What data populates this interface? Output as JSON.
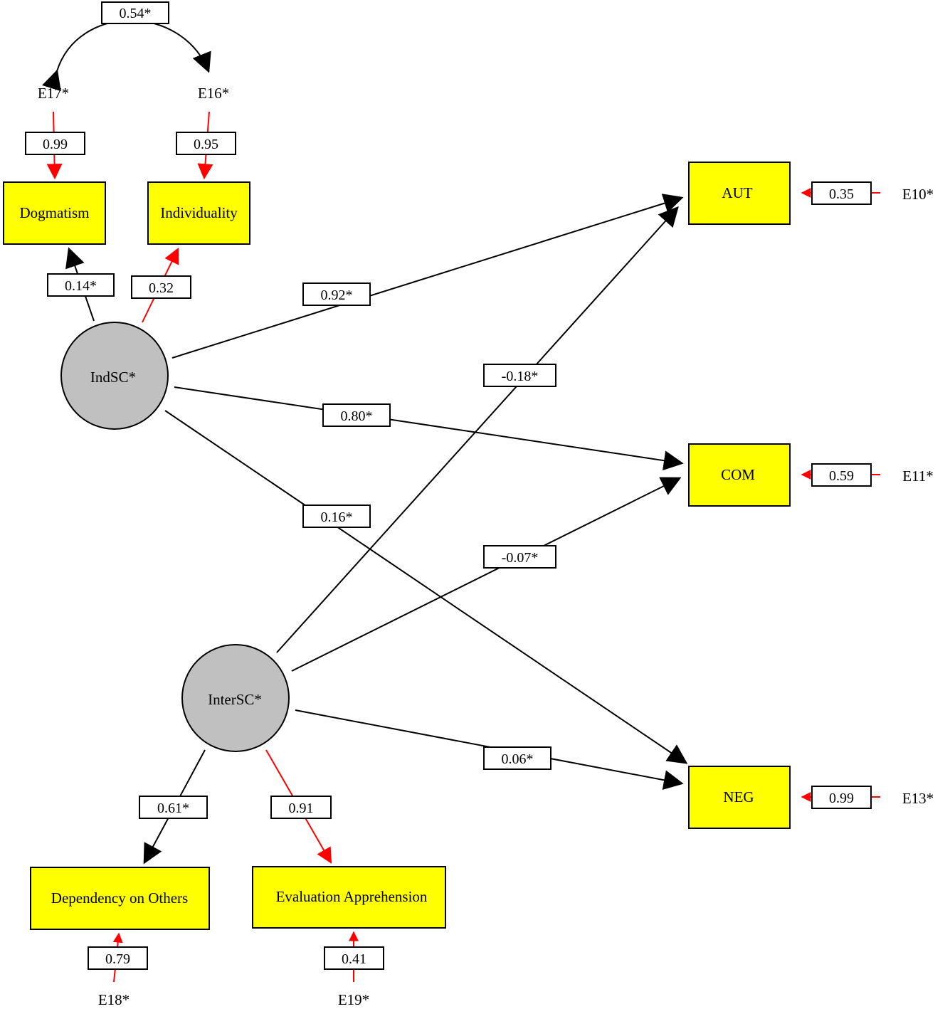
{
  "colors": {
    "observed_fill": "#ffff00",
    "latent_fill": "#c0c0c0",
    "path_black": "#000000",
    "path_red": "#ff0000"
  },
  "latents": {
    "indsc": "IndSC*",
    "intersc": "InterSC*"
  },
  "observed": {
    "dogmatism": "Dogmatism",
    "individuality": "Individuality",
    "aut": "AUT",
    "com": "COM",
    "neg": "NEG",
    "dependency": "Dependency on Others",
    "evaluation": "Evaluation Apprehension"
  },
  "errors": {
    "e17": "E17*",
    "e16": "E16*",
    "e10": "E10*",
    "e11": "E11*",
    "e13": "E13*",
    "e18": "E18*",
    "e19": "E19*"
  },
  "paths": {
    "e17_e16_cov": "0.54*",
    "e17_dogmatism": "0.99",
    "e16_individuality": "0.95",
    "indsc_dogmatism": "0.14*",
    "indsc_individuality": "0.32",
    "indsc_aut": "0.92*",
    "indsc_com": "0.80*",
    "indsc_neg": "0.16*",
    "intersc_aut": "-0.18*",
    "intersc_com": "-0.07*",
    "intersc_neg": "0.06*",
    "intersc_dependency": "0.61*",
    "intersc_evaluation": "0.91",
    "e10_aut": "0.35",
    "e11_com": "0.59",
    "e13_neg": "0.99",
    "e18_dependency": "0.79",
    "e19_evaluation": "0.41"
  }
}
